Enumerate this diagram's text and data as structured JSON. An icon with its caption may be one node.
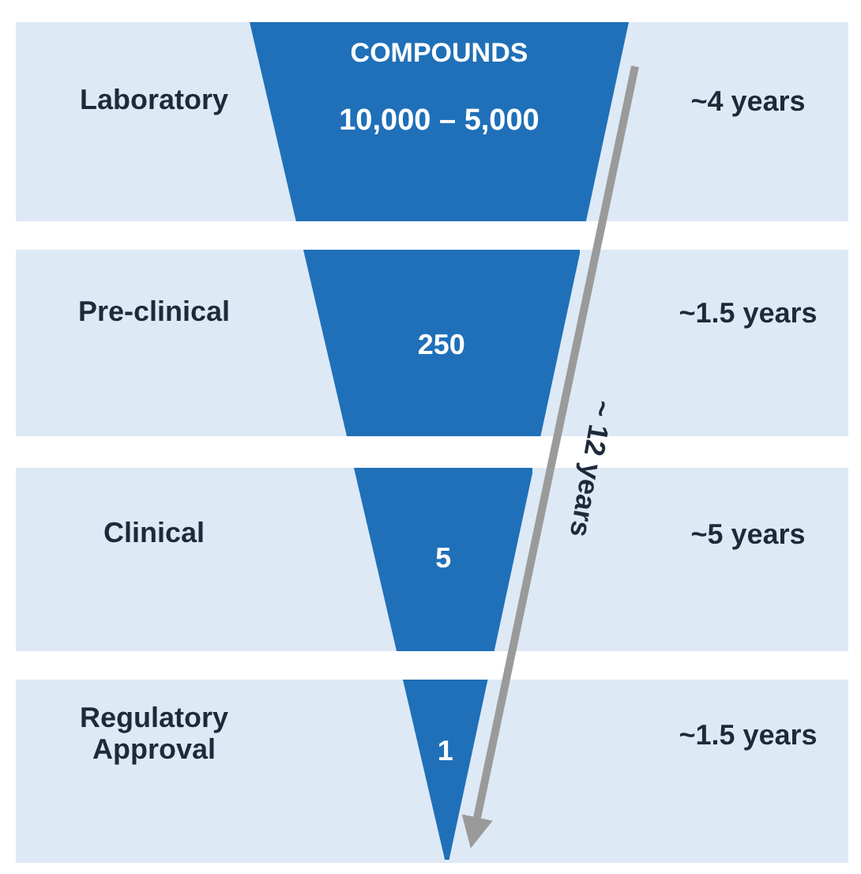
{
  "diagram": {
    "nodes": [
      {
        "text": [
          "Laboratory",
          "~4 years"
        ]
      },
      {
        "text": [
          "Pre-clinical",
          "~1.5 years"
        ]
      },
      {
        "text": [
          "Clinical",
          "~5 years"
        ]
      },
      {
        "text": [
          "Regulatory Approval",
          "~1.5 years"
        ]
      },
      {
        "text": [
          "COMPOUNDS",
          "10,000 – 5,000"
        ],
        "in": 0
      },
      {
        "text": [
          "250"
        ],
        "in": 1
      },
      {
        "text": [
          "5"
        ],
        "in": 2
      },
      {
        "text": [
          "1"
        ],
        "in": 3
      }
    ],
    "labels": [
      "~ 12 years"
    ]
  }
}
